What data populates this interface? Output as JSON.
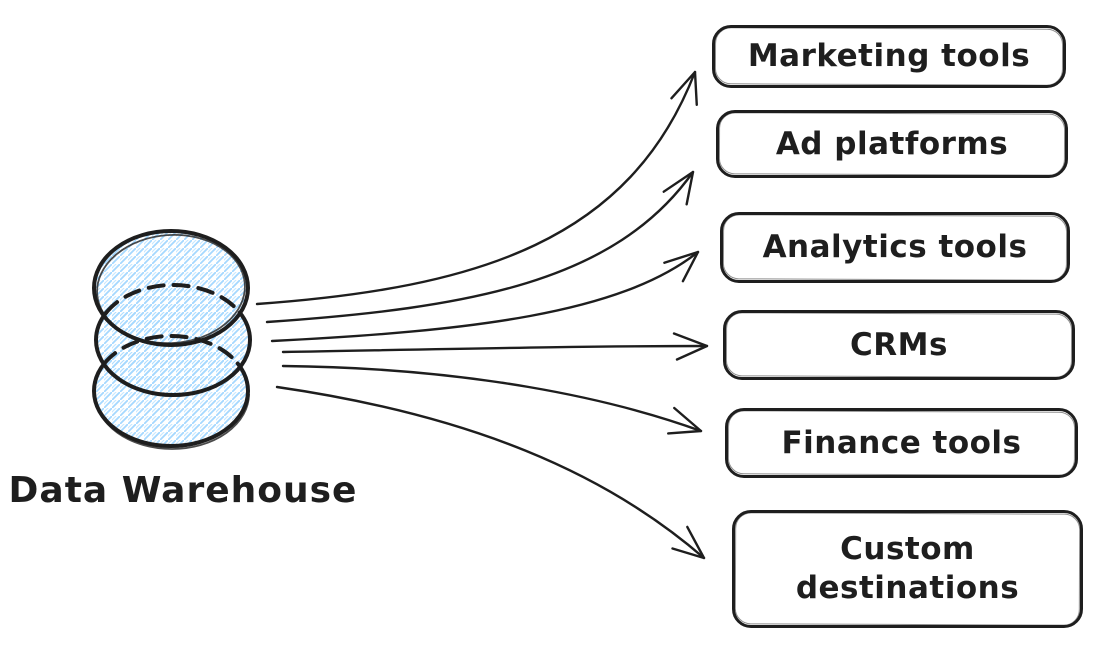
{
  "diagram": {
    "source": {
      "label": "Data Warehouse",
      "icon": "database-icon"
    },
    "destinations": [
      {
        "label": "Marketing tools"
      },
      {
        "label": "Ad platforms"
      },
      {
        "label": "Analytics tools"
      },
      {
        "label": "CRMs"
      },
      {
        "label": "Finance tools"
      },
      {
        "label": "Custom destinations"
      }
    ],
    "colors": {
      "ink": "#1e1e1e",
      "db_fill": "#a5d8ff",
      "background": "#ffffff"
    }
  }
}
